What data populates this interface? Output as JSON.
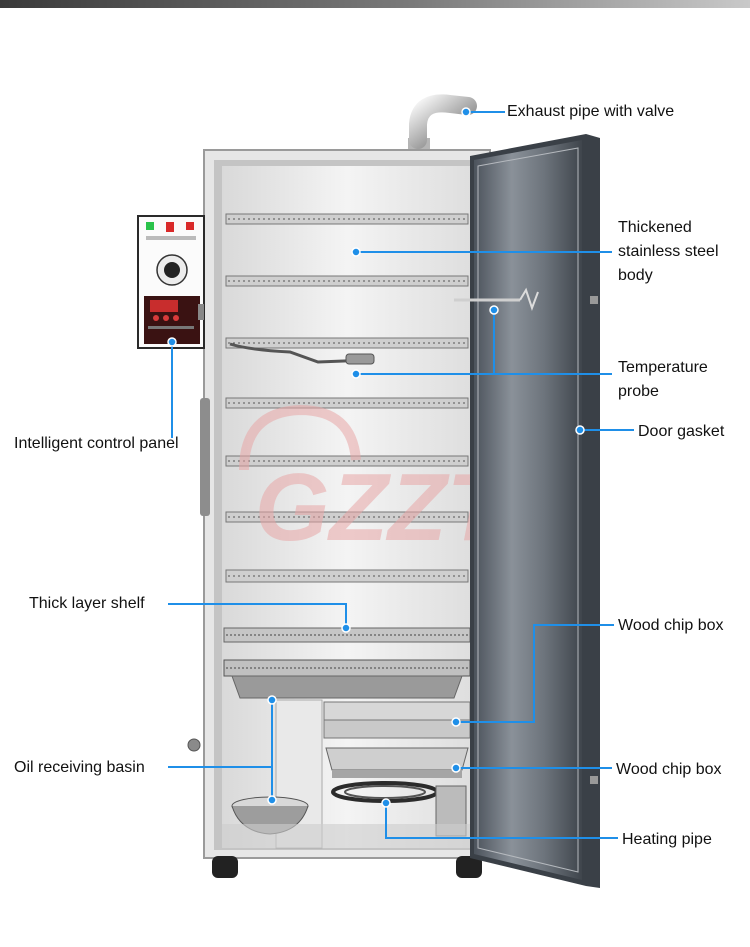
{
  "watermark": "GZZT",
  "control_panel": {
    "indicator_colors": [
      "#29c24a",
      "#d92a2a",
      "#d92a2a"
    ]
  },
  "labels": {
    "exhaust": "Exhaust pipe with valve",
    "body_line1": "Thickened",
    "body_line2": "stainless steel",
    "body_line3": "body",
    "probe_line1": "Temperature",
    "probe_line2": "probe",
    "gasket": "Door gasket",
    "panel": "Intelligent control panel",
    "shelf": "Thick layer shelf",
    "chip_box_1": "Wood chip box",
    "chip_box_2": "Wood chip box",
    "basin": "Oil receiving basin",
    "heating": "Heating pipe"
  },
  "colors": {
    "leader": "#1f8fe8",
    "steel_light": "#eeeeee",
    "steel_mid": "#c8c8c8",
    "door_dark": "#5b6470"
  }
}
